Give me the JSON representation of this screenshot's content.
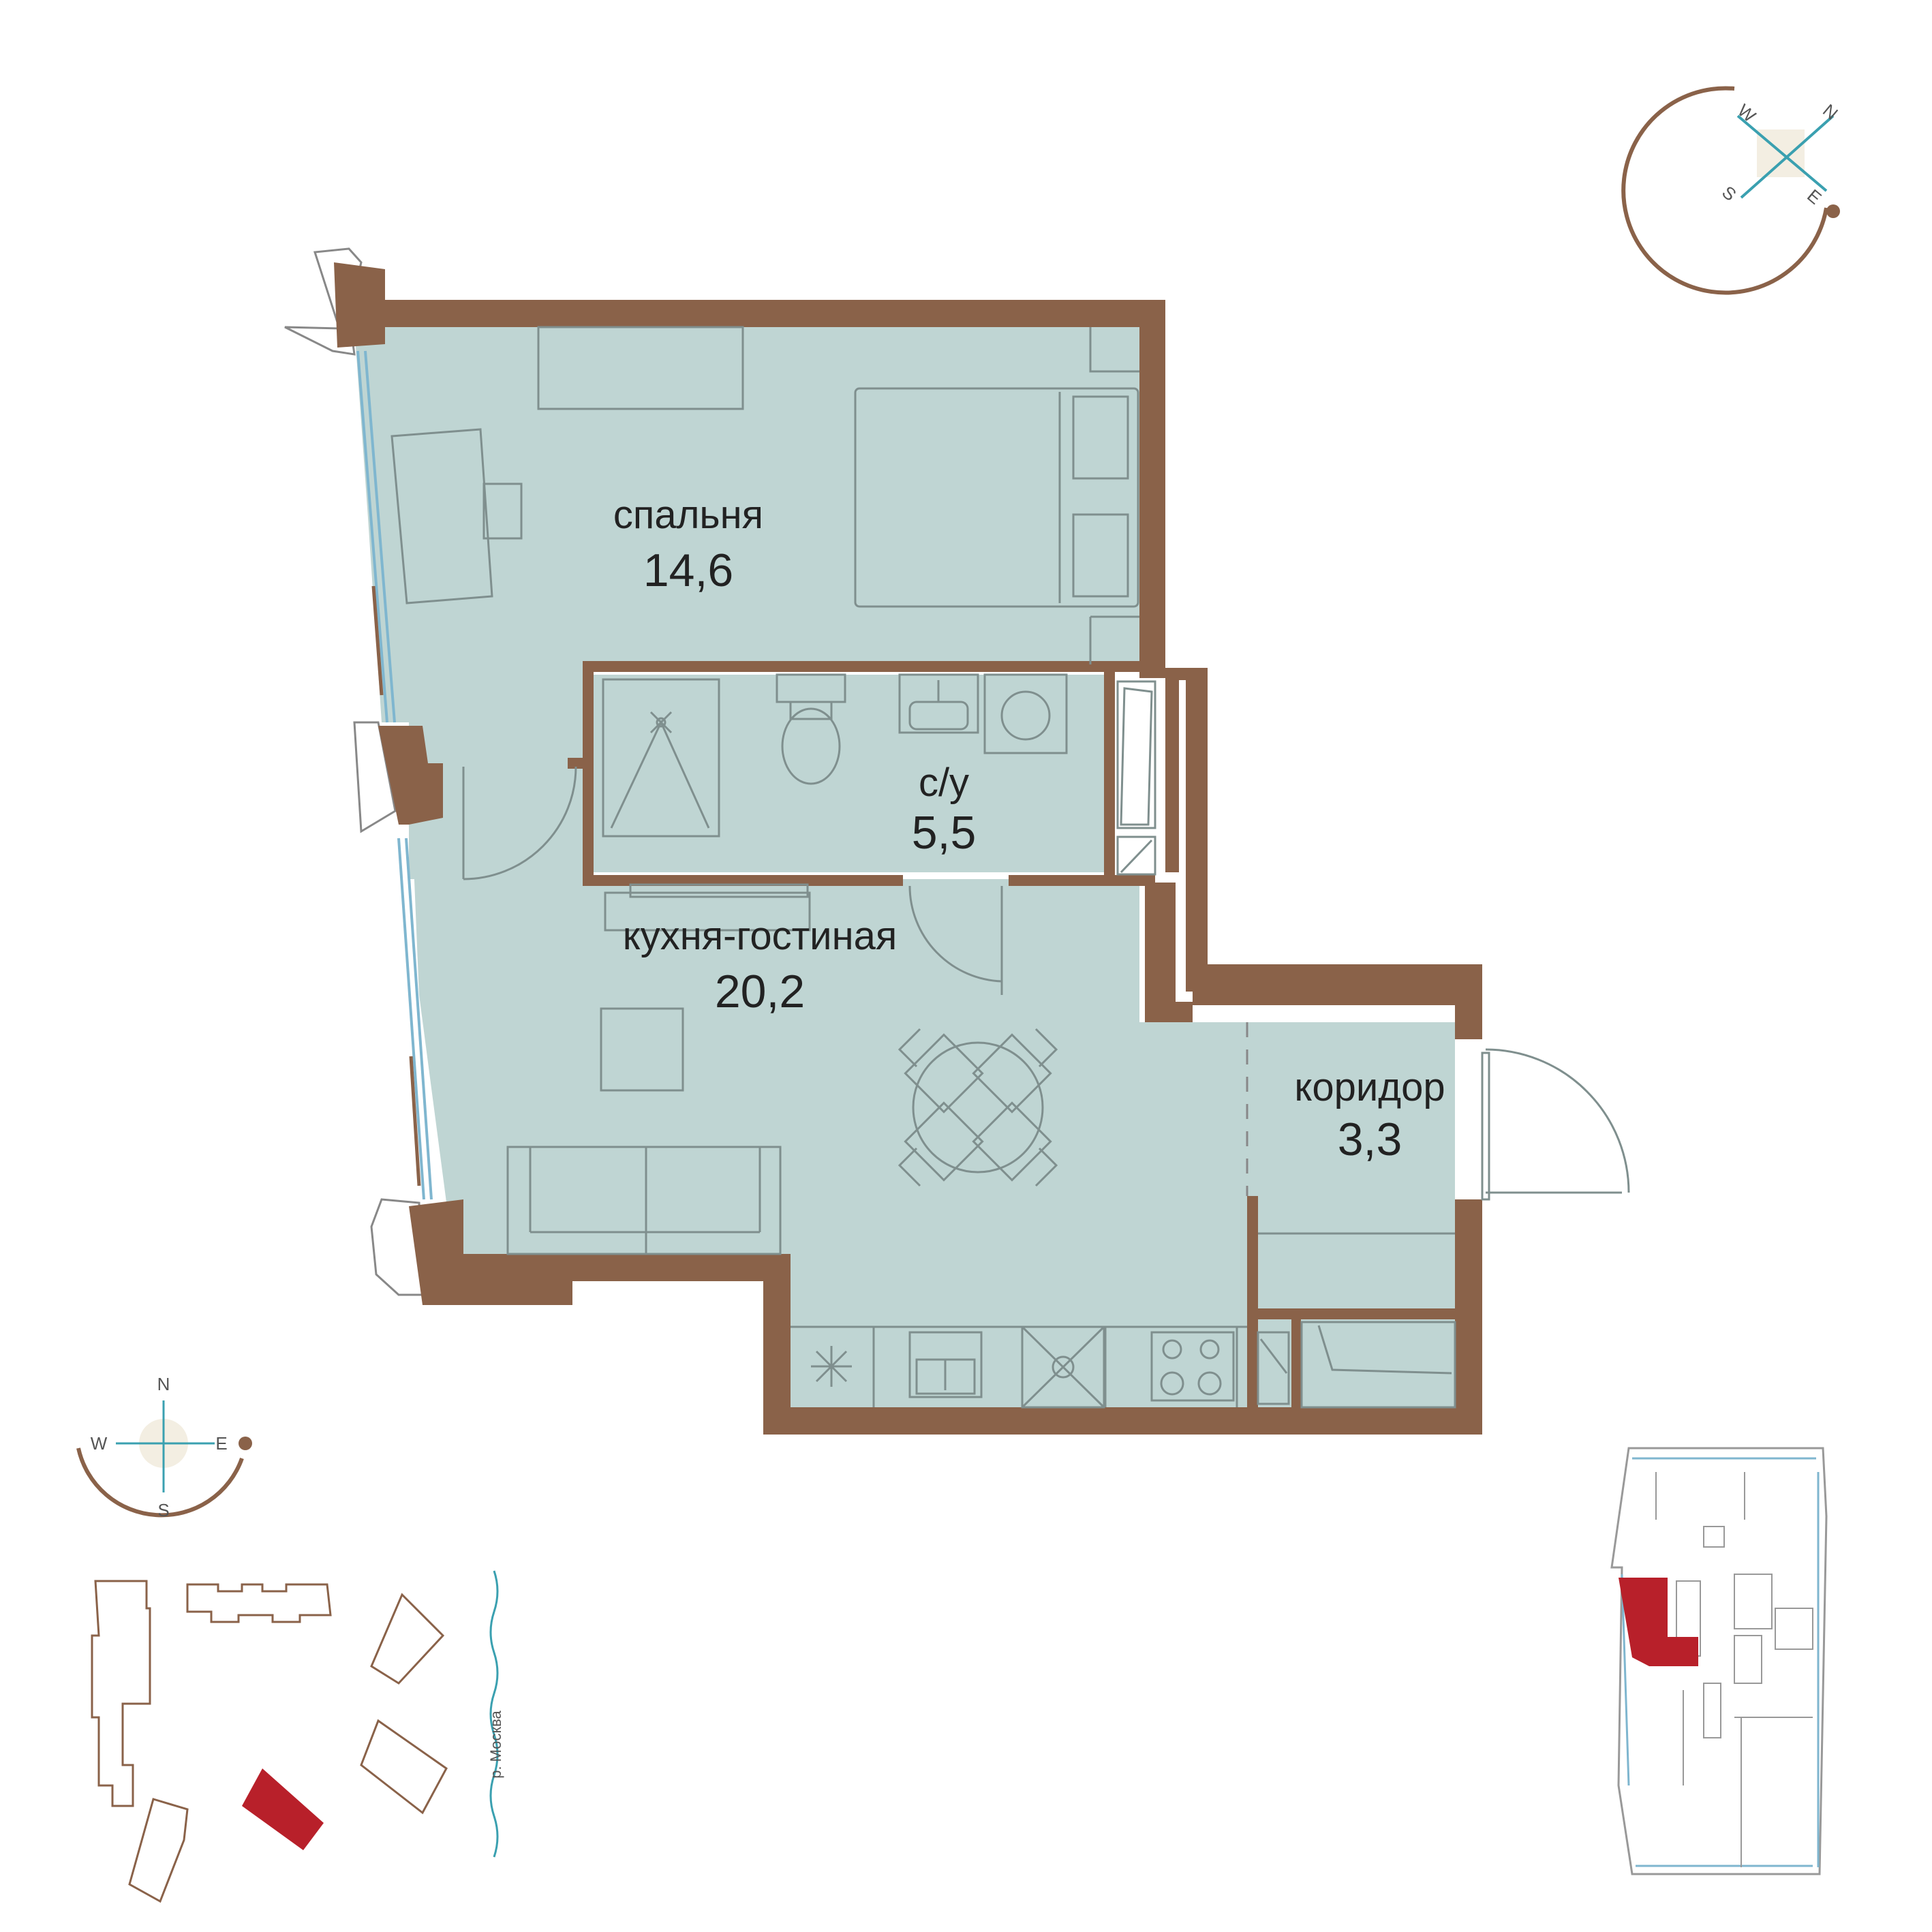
{
  "rooms": {
    "bedroom": {
      "name": "спальня",
      "area": "14,6"
    },
    "bathroom": {
      "name": "с/у",
      "area": "5,5"
    },
    "kitchen_living": {
      "name": "кухня-гостиная",
      "area": "20,2"
    },
    "corridor": {
      "name": "коридор",
      "area": "3,3"
    }
  },
  "compass_top": {
    "n": "N",
    "e": "E",
    "s": "S",
    "w": "W"
  },
  "compass_bottom": {
    "n": "N",
    "e": "E",
    "s": "S",
    "w": "W"
  },
  "site_map": {
    "river_label": "р. Москва"
  },
  "colors": {
    "wall": "#8a6249",
    "floor": "#bfd5d3",
    "highlight": "#b8202a",
    "furniture_stroke": "#7f8f8e",
    "window": "#7fb6cf",
    "compass_accent": "#3aa0b0"
  }
}
